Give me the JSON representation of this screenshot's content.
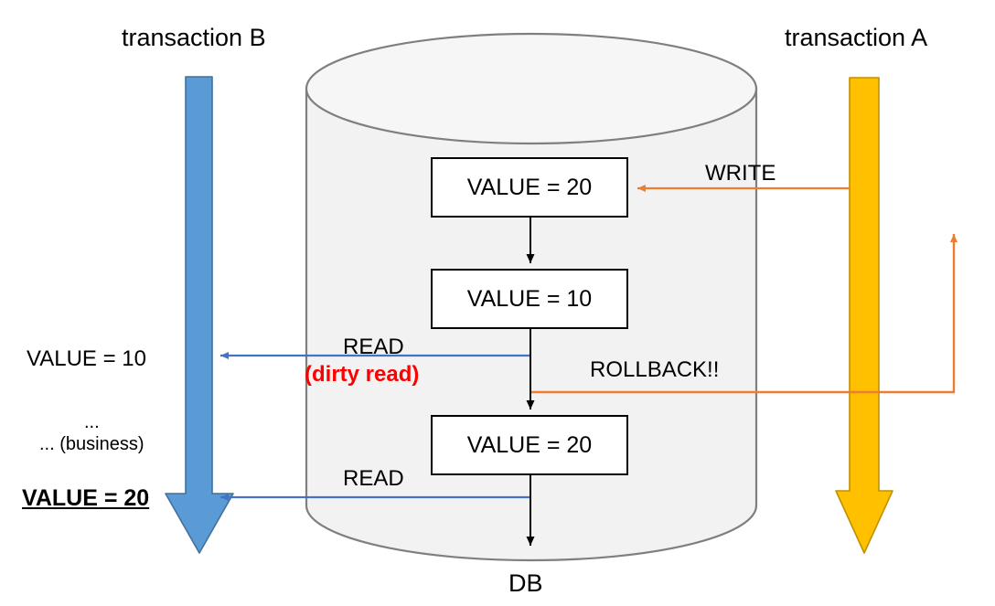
{
  "diagram": {
    "title_left": "transaction B",
    "title_right": "transaction A",
    "db_label": "DB",
    "colors": {
      "transaction_b_arrow": "#5B9BD5",
      "transaction_b_arrow_border": "#41719C",
      "transaction_a_arrow": "#FFC000",
      "transaction_a_arrow_border": "#BF9000",
      "write_rollback_arrow": "#ED7D31",
      "read_arrow": "#4472C4",
      "flow_arrow": "#000000",
      "cylinder_fill": "#F2F2F2",
      "cylinder_stroke": "#7F7F7F",
      "dirty_read_text": "#FF0000"
    },
    "boxes": [
      {
        "label": "VALUE = 20"
      },
      {
        "label": "VALUE = 10"
      },
      {
        "label": "VALUE = 20"
      }
    ],
    "edge_labels": {
      "write": "WRITE",
      "rollback": "ROLLBACK!!",
      "read_dirty": "READ",
      "read_dirty_note": "(dirty read)",
      "read_final": "READ"
    },
    "left_column": {
      "read_value": "VALUE = 10",
      "ellipsis": "...",
      "business": "... (business)",
      "final_value": "VALUE = 20"
    }
  }
}
